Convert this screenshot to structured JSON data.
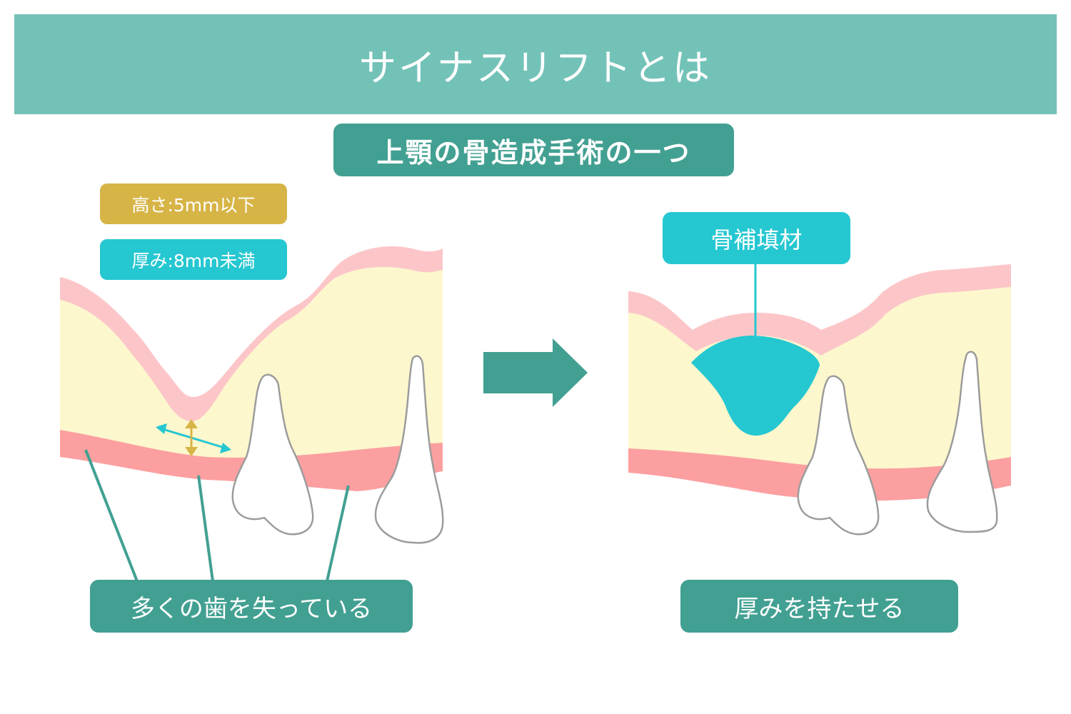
{
  "header": {
    "title": "サイナスリフトとは"
  },
  "subtitle": "上顎の骨造成手術の一つ",
  "left_panel": {
    "tag_height": "高さ:5mm以下",
    "tag_thickness": "厚み:8mm未満",
    "caption": "多くの歯を失っている"
  },
  "right_panel": {
    "graft_label": "骨補填材",
    "caption": "厚みを持たせる"
  },
  "colors": {
    "header_bg": "#73c2b8",
    "teal_dark": "#42a092",
    "cyan": "#25c7d1",
    "gold": "#d7b446",
    "bone": "#fdf7cd",
    "membrane": "#fcc6c9",
    "gum": "#fc9fa0",
    "tooth": "#ffffff",
    "tooth_outline": "#9c9c9c"
  }
}
